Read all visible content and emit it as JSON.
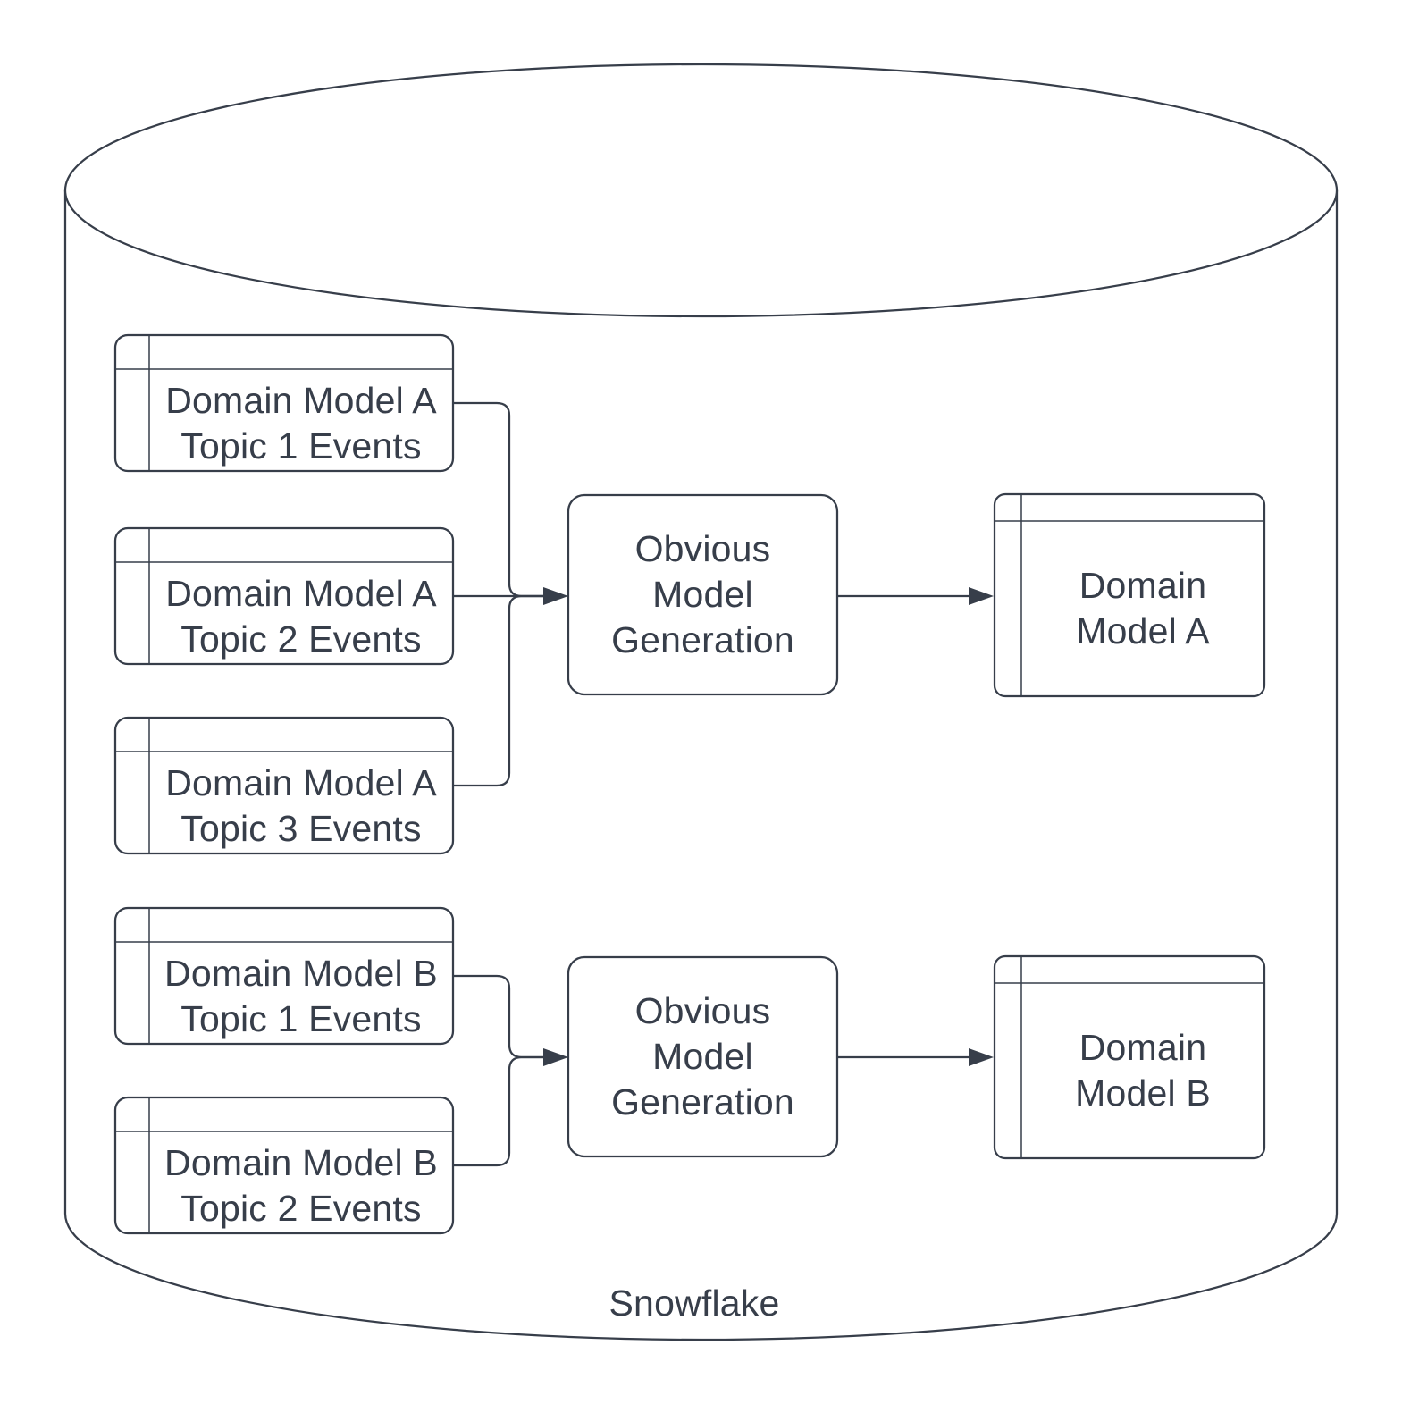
{
  "colors": {
    "stroke": "#373e4a",
    "shape_fill": "#ffffff",
    "canvas_background": "#ffffff"
  },
  "container": {
    "shape": "database-cylinder",
    "label": "Snowflake"
  },
  "pipelines": [
    {
      "name": "A",
      "sources": [
        {
          "label": "Domain Model A\nTopic 1 Events"
        },
        {
          "label": "Domain Model A\nTopic 2 Events"
        },
        {
          "label": "Domain Model A\nTopic 3 Events"
        }
      ],
      "process": {
        "label": "Obvious\nModel\nGeneration"
      },
      "output": {
        "label": "Domain\nModel A"
      }
    },
    {
      "name": "B",
      "sources": [
        {
          "label": "Domain Model B\nTopic 1 Events"
        },
        {
          "label": "Domain Model B\nTopic 2 Events"
        }
      ],
      "process": {
        "label": "Obvious\nModel\nGeneration"
      },
      "output": {
        "label": "Domain\nModel B"
      }
    }
  ]
}
